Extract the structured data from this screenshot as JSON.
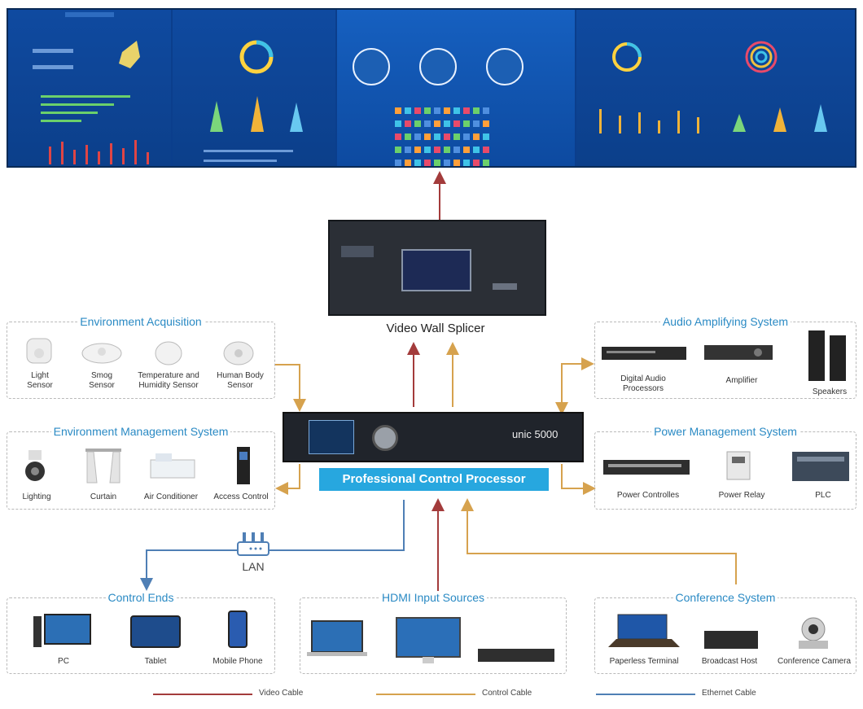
{
  "splicer": {
    "label": "Video Wall Splicer"
  },
  "processor": {
    "label": "Professional Control Processor",
    "brand": "unic 5000"
  },
  "lan": {
    "label": "LAN"
  },
  "groups": {
    "env_acq": {
      "title": "Environment Acquisition",
      "items": [
        "Light\nSensor",
        "Smog\nSensor",
        "Temperature and\nHumidity Sensor",
        "Human Body\nSensor"
      ]
    },
    "env_mgmt": {
      "title": "Environment Management System",
      "items": [
        "Lighting",
        "Curtain",
        "Air Conditioner",
        "Access Control"
      ]
    },
    "audio": {
      "title": "Audio Amplifying System",
      "items": [
        "Digital Audio\nProcessors",
        "Amplifier",
        "Speakers"
      ]
    },
    "power": {
      "title": "Power Management System",
      "items": [
        "Power Controlles",
        "Power Relay",
        "PLC"
      ]
    },
    "control_ends": {
      "title": "Control Ends",
      "items": [
        "PC",
        "Tablet",
        "Mobile Phone"
      ]
    },
    "hdmi": {
      "title": "HDMI Input Sources"
    },
    "conference": {
      "title": "Conference System",
      "items": [
        "Paperless Terminal",
        "Broadcast Host",
        "Conference Camera"
      ]
    }
  },
  "legend": {
    "video": "Video Cable",
    "control": "Control Cable",
    "ethernet": "Ethernet Cable"
  },
  "colors": {
    "video": "#a33b3b",
    "control": "#d6a24e",
    "ethernet": "#4f7fb5",
    "title": "#2a8ac4",
    "processor_bg": "#27a7df"
  }
}
